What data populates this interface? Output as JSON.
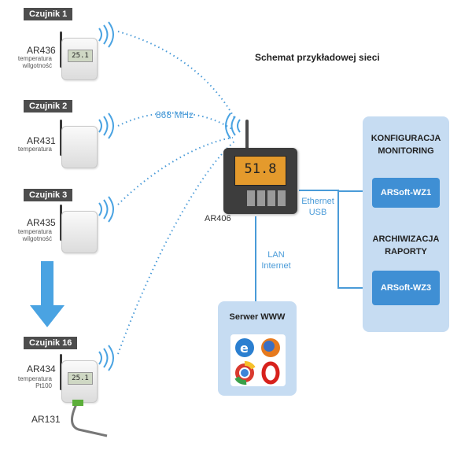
{
  "title": "Schemat przykładowej sieci",
  "sensors": [
    {
      "tag": "Czujnik 1",
      "model": "AR436",
      "desc1": "temperatura",
      "desc2": "wilgotność",
      "lcd": "25.1"
    },
    {
      "tag": "Czujnik 2",
      "model": "AR431",
      "desc1": "temperatura",
      "desc2": "",
      "lcd": ""
    },
    {
      "tag": "Czujnik 3",
      "model": "AR435",
      "desc1": "temperatura",
      "desc2": "wilgotność",
      "lcd": ""
    },
    {
      "tag": "Czujnik 16",
      "model": "AR434",
      "desc1": "temperatura",
      "desc2": "Pt100",
      "lcd": "25.1"
    }
  ],
  "probe": "AR131",
  "frequency": "868 MHz",
  "controller": {
    "model": "AR406",
    "display": "51.8"
  },
  "links": {
    "ethernet": "Ethernet",
    "usb": "USB",
    "lan": "LAN",
    "internet": "Internet"
  },
  "right_panel": {
    "section1_line1": "KONFIGURACJA",
    "section1_line2": "MONITORING",
    "app1": "ARSoft-WZ1",
    "section2_line1": "ARCHIWIZACJA",
    "section2_line2": "RAPORTY",
    "app2": "ARSoft-WZ3"
  },
  "server": {
    "title": "Serwer WWW"
  },
  "colors": {
    "panel": "#c6dcf2",
    "button": "#3f8fd4",
    "line": "#4a9bd8",
    "tag": "#4d4d4d"
  }
}
